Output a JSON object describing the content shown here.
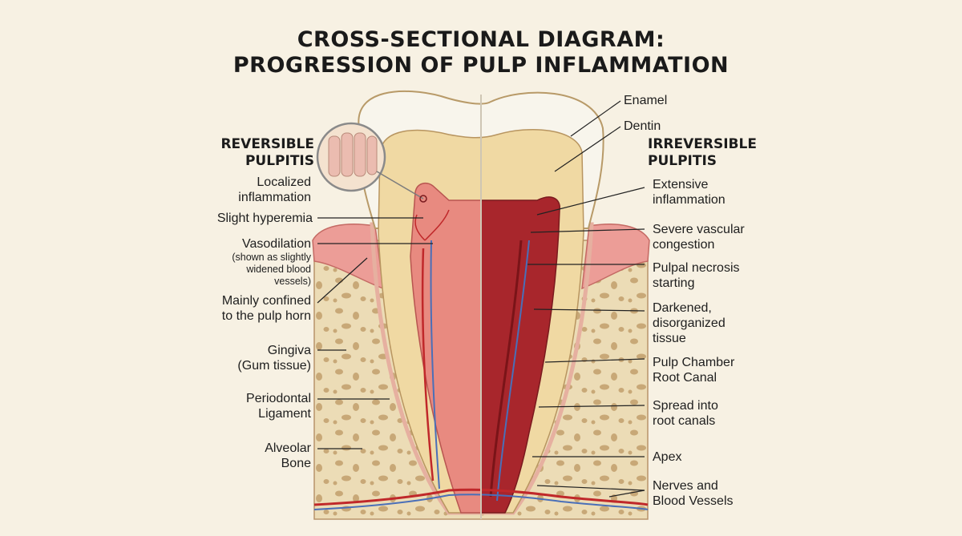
{
  "title": {
    "line1": "CROSS-SECTIONAL DIAGRAM:",
    "line2": "PROGRESSION OF PULP INFLAMMATION"
  },
  "left": {
    "heading_line1": "REVERSIBLE",
    "heading_line2": "PULPITIS",
    "labels": {
      "localized_1": "Localized",
      "localized_2": "inflammation",
      "hyperemia": "Slight hyperemia",
      "vasodilation": "Vasodilation",
      "vasodilation_note_1": "(shown as slightly",
      "vasodilation_note_2": "widened blood",
      "vasodilation_note_3": "vessels)",
      "confined_1": "Mainly confined",
      "confined_2": "to the pulp horn",
      "gingiva_1": "Gingiva",
      "gingiva_2": "(Gum tissue)",
      "periodontal_1": "Periodontal",
      "periodontal_2": "Ligament",
      "alveolar_1": "Alveolar",
      "alveolar_2": "Bone"
    }
  },
  "right": {
    "heading_line1": "IRREVERSIBLE",
    "heading_line2": "PULPITIS",
    "labels": {
      "enamel": "Enamel",
      "dentin": "Dentin",
      "extensive_1": "Extensive",
      "extensive_2": "inflammation",
      "congestion_1": "Severe vascular",
      "congestion_2": "congestion",
      "necrosis_1": "Pulpal necrosis",
      "necrosis_2": "starting",
      "darkened_1": "Darkened,",
      "darkened_2": "disorganized",
      "darkened_3": "tissue",
      "chamber_1": "Pulp Chamber",
      "chamber_2": "Root Canal",
      "spread_1": "Spread into",
      "spread_2": "root canals",
      "apex": "Apex",
      "nerves_1": "Nerves and",
      "nerves_2": "Blood Vessels"
    }
  },
  "colors": {
    "background": "#f7f1e3",
    "enamel": "#f8f5ec",
    "dentin": "#f0d9a3",
    "gum": "#ec9d97",
    "bone": "#ecdcb6",
    "pulp_reversible": "#e88a80",
    "pulp_irreversible": "#a8262c",
    "vessel": "#c0282a",
    "nerve": "#4a6fb8"
  }
}
